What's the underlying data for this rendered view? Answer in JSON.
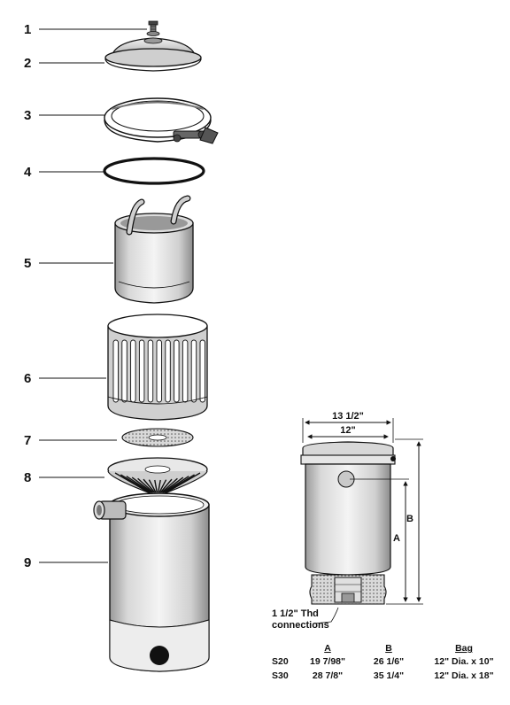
{
  "parts": [
    {
      "number": "1"
    },
    {
      "number": "2"
    },
    {
      "number": "3"
    },
    {
      "number": "4"
    },
    {
      "number": "5"
    },
    {
      "number": "6"
    },
    {
      "number": "7"
    },
    {
      "number": "8"
    },
    {
      "number": "9"
    }
  ],
  "dimensions": {
    "overall_width": "13 1/2\"",
    "body_width": "12\"",
    "height_a": "A",
    "height_b": "B",
    "connection_note_line1": "1 1/2\" Thd",
    "connection_note_line2": "connections"
  },
  "spec_table": {
    "headers": [
      "A",
      "B",
      "Bag"
    ],
    "rows": [
      {
        "model": "S20",
        "a": "19 7/98\"",
        "b": "26 1/6\"",
        "bag": "12\" Dia. x 10\""
      },
      {
        "model": "S30",
        "a": "28 7/8\"",
        "b": "35 1/4\"",
        "bag": "12\" Dia. x 18\""
      }
    ]
  },
  "colors": {
    "ink": "#111111",
    "metal": "#e6e6e6",
    "shadow": "#b8b8b8",
    "paper": "#ffffff"
  }
}
